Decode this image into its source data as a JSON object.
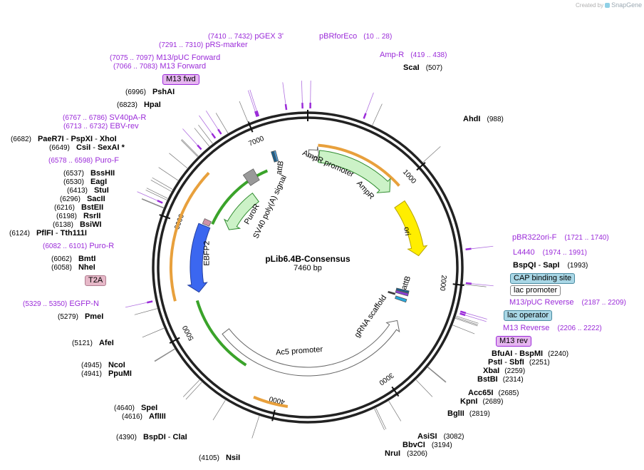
{
  "app": {
    "credit": "Created by",
    "brand": "SnapGene"
  },
  "plasmid": {
    "name": "pLib6.4B-Consensus",
    "length": "7460 bp",
    "total_bp": 7460
  },
  "ticks": [
    {
      "bp": 1000,
      "label": "1000"
    },
    {
      "bp": 2000,
      "label": "2000"
    },
    {
      "bp": 3000,
      "label": "3000"
    },
    {
      "bp": 4000,
      "label": "4000"
    },
    {
      "bp": 5000,
      "label": "5000"
    },
    {
      "bp": 6000,
      "label": "6000"
    },
    {
      "bp": 7000,
      "label": "7000"
    }
  ],
  "features": [
    {
      "id": "ampr-promoter",
      "label": "AmprR promoter",
      "start": 10,
      "end": 115,
      "kind": "promoter",
      "color": "#ffffff"
    },
    {
      "id": "ampr",
      "label": "AmpR",
      "start": 120,
      "end": 980,
      "kind": "cds",
      "color": "#ccf2c7"
    },
    {
      "id": "ori",
      "label": "ori",
      "start": 1150,
      "end": 1740,
      "kind": "rep",
      "color": "#ffee00"
    },
    {
      "id": "gRNA",
      "label": "gRNA scaffold",
      "start": 2400,
      "end": 2480,
      "kind": "misc",
      "color": "#27a6d9"
    },
    {
      "id": "ac5",
      "label": "Ac5 promoter",
      "start": 2500,
      "end": 4810,
      "kind": "promoter",
      "color": "#ffffff"
    },
    {
      "id": "ebfp2",
      "label": "EBFP2",
      "start": 5330,
      "end": 6050,
      "kind": "cds",
      "color": "#3b67f0"
    },
    {
      "id": "t2a-box",
      "label": "",
      "start": 6064,
      "end": 6120,
      "kind": "misc",
      "color": "#cf93a8"
    },
    {
      "id": "puror",
      "label": "PuroR",
      "start": 6125,
      "end": 6700,
      "kind": "cds",
      "color": "#ccf2c7"
    },
    {
      "id": "sv40",
      "label": "SV40 poly(A) signal",
      "start": 6735,
      "end": 6860,
      "kind": "terminator",
      "color": "#999999"
    },
    {
      "id": "attb-1",
      "label": "attB",
      "start": 7100,
      "end": 7135,
      "kind": "misc",
      "color": "#2a7aa0"
    },
    {
      "id": "attb-2",
      "label": "attB",
      "start": 2140,
      "end": 2175,
      "kind": "misc",
      "color": "#2a7aa0"
    }
  ],
  "feature_labels": {
    "ampr_promoter": "AmpR promoter",
    "ampr": "AmpR",
    "ori": "ori",
    "grna": "gRNA scaffold",
    "ac5": "Ac5 promoter",
    "ebfp2": "EBFP2",
    "puror": "PuroR",
    "sv40": "SV40 poly(A) signal",
    "attb_top": "attB",
    "attb_right": "attB"
  },
  "primer_arcs": [
    {
      "start": 100,
      "end": 1000,
      "strand": "fwd"
    },
    {
      "start": 3900,
      "end": 4200,
      "strand": "rev"
    },
    {
      "start": 5300,
      "end": 6500,
      "strand": "fwd"
    },
    {
      "start": 4400,
      "end": 5250,
      "strand": "fwd-green"
    },
    {
      "start": 6100,
      "end": 6990,
      "strand": "rev-green"
    }
  ],
  "enzymes": [
    {
      "name": "ScaI",
      "pos": "(507)",
      "bp": 507
    },
    {
      "name": "AhdI",
      "pos": "(988)",
      "bp": 988
    },
    {
      "name": "BspQI",
      "name2": "SapI",
      "pos": "(1993)",
      "bp": 1993
    },
    {
      "name": "BfuAI",
      "name2": "BspMI",
      "pos": "(2240)",
      "bp": 2240
    },
    {
      "name": "PstI",
      "name2": "SbfI",
      "pos": "(2251)",
      "bp": 2251
    },
    {
      "name": "XbaI",
      "pos": "(2259)",
      "bp": 2259
    },
    {
      "name": "BstBI",
      "pos": "(2314)",
      "bp": 2314
    },
    {
      "name": "Acc65I",
      "pos": "(2685)",
      "bp": 2685
    },
    {
      "name": "KpnI",
      "pos": "(2689)",
      "bp": 2689
    },
    {
      "name": "BglII",
      "pos": "(2819)",
      "bp": 2819
    },
    {
      "name": "AsiSI",
      "pos": "(3082)",
      "bp": 3082
    },
    {
      "name": "BbvCI",
      "pos": "(3194)",
      "bp": 3194
    },
    {
      "name": "NruI",
      "pos": "(3206)",
      "bp": 3206
    },
    {
      "name": "NsiI",
      "pos": "(4105)",
      "bp": 4105
    },
    {
      "name": "BspDI",
      "name2": "ClaI",
      "pos": "(4390)",
      "bp": 4390
    },
    {
      "name": "AflIII",
      "pos": "(4616)",
      "bp": 4616
    },
    {
      "name": "SpeI",
      "pos": "(4640)",
      "bp": 4640
    },
    {
      "name": "PpuMI",
      "pos": "(4941)",
      "bp": 4941
    },
    {
      "name": "NcoI",
      "pos": "(4945)",
      "bp": 4945
    },
    {
      "name": "AfeI",
      "pos": "(5121)",
      "bp": 5121
    },
    {
      "name": "PmeI",
      "pos": "(5279)",
      "bp": 5279
    },
    {
      "name": "NheI",
      "pos": "(6058)",
      "bp": 6058
    },
    {
      "name": "BmtI",
      "pos": "(6062)",
      "bp": 6062
    },
    {
      "name": "PflFI",
      "name2": "Tth111I",
      "pos": "(6124)",
      "bp": 6124
    },
    {
      "name": "BsiWI",
      "pos": "(6138)",
      "bp": 6138
    },
    {
      "name": "RsrII",
      "pos": "(6198)",
      "bp": 6198
    },
    {
      "name": "BstEII",
      "pos": "(6216)",
      "bp": 6216
    },
    {
      "name": "SacII",
      "pos": "(6296)",
      "bp": 6296
    },
    {
      "name": "StuI",
      "pos": "(6413)",
      "bp": 6413
    },
    {
      "name": "EagI",
      "pos": "(6530)",
      "bp": 6530
    },
    {
      "name": "BssHII",
      "pos": "(6537)",
      "bp": 6537
    },
    {
      "name": "CsiI",
      "name2": "SexAI *",
      "pos": "(6649)",
      "bp": 6649
    },
    {
      "name": "PaeR7I",
      "name2": "PspXI",
      "name3": "XhoI",
      "pos": "(6682)",
      "bp": 6682
    },
    {
      "name": "HpaI",
      "pos": "(6823)",
      "bp": 6823
    },
    {
      "name": "PshAI",
      "pos": "(6996)",
      "bp": 6996
    }
  ],
  "primers": [
    {
      "name": "pGEX 3'",
      "range": "(7410 .. 7432)",
      "bp": 7421
    },
    {
      "name": "pBRforEco",
      "range": "(10 .. 28)",
      "bp": 19
    },
    {
      "name": "Amp-R",
      "range": "(419 .. 438)",
      "bp": 428
    },
    {
      "name": "pRS-marker",
      "range": "(7291 .. 7310)",
      "bp": 7300
    },
    {
      "name": "M13/pUC Forward",
      "range": "(7075 .. 7097)",
      "bp": 7086
    },
    {
      "name": "M13 Forward",
      "range": "(7066 .. 7083)",
      "bp": 7074
    },
    {
      "name": "SV40pA-R",
      "range": "(6767 .. 6786)",
      "bp": 6776
    },
    {
      "name": "EBV-rev",
      "range": "(6713 .. 6732)",
      "bp": 6722
    },
    {
      "name": "Puro-F",
      "range": "(6578 .. 6598)",
      "bp": 6588
    },
    {
      "name": "Puro-R",
      "range": "(6082 .. 6101)",
      "bp": 6091
    },
    {
      "name": "EGFP-N",
      "range": "(5329 .. 5350)",
      "bp": 5340
    },
    {
      "name": "pBR322ori-F",
      "range": "(1721 .. 1740)",
      "bp": 1730
    },
    {
      "name": "L4440",
      "range": "(1974 .. 1991)",
      "bp": 1982
    },
    {
      "name": "M13/pUC Reverse",
      "range": "(2187 .. 2209)",
      "bp": 2198
    },
    {
      "name": "M13 Reverse",
      "range": "(2206 .. 2222)",
      "bp": 2214
    }
  ],
  "tags": {
    "m13fwd": "M13 fwd",
    "m13rev": "M13 rev",
    "t2a": "T2A",
    "cap": "CAP binding site",
    "lacp": "lac promoter",
    "laco": "lac operator"
  }
}
